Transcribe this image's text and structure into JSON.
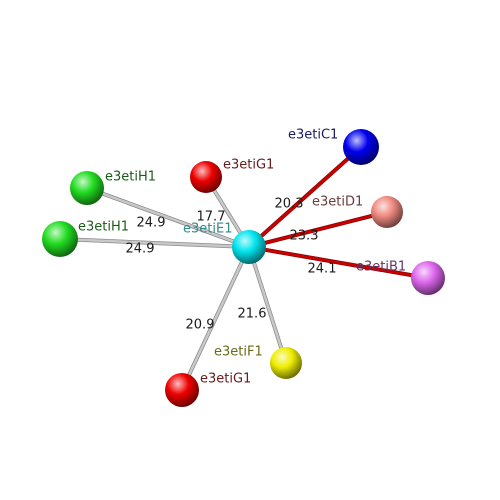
{
  "center": {
    "label": "e3etiE1",
    "color": "#00e5ee",
    "label_color": "#2e8b8b"
  },
  "neighbors": [
    {
      "id": "c1",
      "label": "e3etiC1",
      "distance": "20.3",
      "color": "#0000ee",
      "label_color": "#1a1a66",
      "bond_color": "#cc0000"
    },
    {
      "id": "d1",
      "label": "e3etiD1",
      "distance": "23.3",
      "color": "#f08a80",
      "label_color": "#6b3a3a",
      "bond_color": "#cc0000"
    },
    {
      "id": "b1",
      "label": "e3etiB1",
      "distance": "24.1",
      "color": "#dd66ee",
      "label_color": "#663366",
      "bond_color": "#cc0000"
    },
    {
      "id": "f1",
      "label": "e3etiF1",
      "distance": "21.6",
      "color": "#eeee00",
      "label_color": "#6b6b1a",
      "bond_color": "#c8c8c8"
    },
    {
      "id": "g1b",
      "label": "e3etiG1",
      "distance": "20.9",
      "color": "#ee0000",
      "label_color": "#661a1a",
      "bond_color": "#c8c8c8"
    },
    {
      "id": "h1b",
      "label": "e3etiH1",
      "distance": "24.9",
      "color": "#22dd22",
      "label_color": "#1a5c1a",
      "bond_color": "#c8c8c8"
    },
    {
      "id": "h1a",
      "label": "e3etiH1",
      "distance": "24.9",
      "color": "#22dd22",
      "label_color": "#1a5c1a",
      "bond_color": "#c8c8c8"
    },
    {
      "id": "g1a",
      "label": "e3etiG1",
      "distance": "17.7",
      "color": "#ee0000",
      "label_color": "#661a1a",
      "bond_color": "#c8c8c8"
    }
  ]
}
